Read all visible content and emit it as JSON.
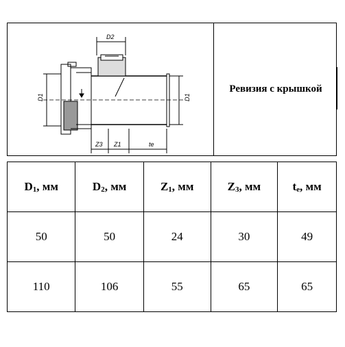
{
  "product": {
    "title": "Ревизия с крышкой"
  },
  "drawing": {
    "dim_labels": {
      "d2": "D2",
      "d1_left": "D1",
      "d1_right": "D1",
      "z3": "Z3",
      "z1": "Z1",
      "te": "te"
    }
  },
  "table": {
    "headers": [
      {
        "main": "D",
        "sub": "1",
        "unit": ", мм"
      },
      {
        "main": "D",
        "sub": "2",
        "unit": ", мм"
      },
      {
        "main": "Z",
        "sub": "1",
        "unit": ", мм"
      },
      {
        "main": "Z",
        "sub": "3",
        "unit": ", мм"
      },
      {
        "main": "t",
        "sub": "e",
        "unit": ", мм"
      }
    ],
    "rows": [
      [
        "50",
        "50",
        "24",
        "30",
        "49"
      ],
      [
        "110",
        "106",
        "55",
        "65",
        "65"
      ]
    ]
  }
}
